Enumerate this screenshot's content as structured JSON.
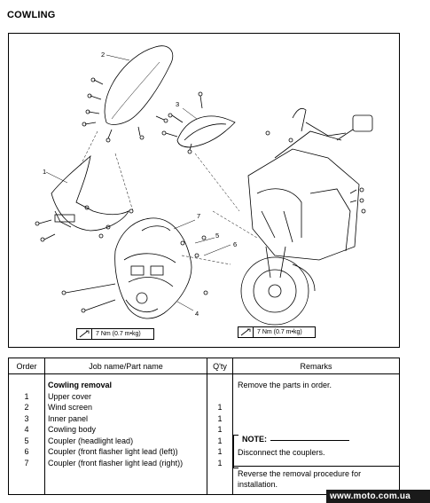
{
  "page_title": "COWLING",
  "diagram": {
    "callouts": [
      "1",
      "2",
      "3",
      "4",
      "5",
      "6",
      "7"
    ],
    "torque_labels": [
      "7 Nm (0.7 m•kg)",
      "7 Nm (0.7 m•kg)"
    ]
  },
  "table": {
    "headers": {
      "order": "Order",
      "job": "Job name/Part name",
      "qty": "Q'ty",
      "remarks": "Remarks"
    },
    "section_title": "Cowling removal",
    "rows": [
      {
        "order": "1",
        "name": "Upper cover",
        "qty": ""
      },
      {
        "order": "2",
        "name": "Wind screen",
        "qty": "1"
      },
      {
        "order": "3",
        "name": "Inner panel",
        "qty": "1"
      },
      {
        "order": "4",
        "name": "Cowling body",
        "qty": "1"
      },
      {
        "order": "5",
        "name": "Coupler (headlight lead)",
        "qty": "1"
      },
      {
        "order": "6",
        "name": "Coupler (front flasher light lead (left))",
        "qty": "1"
      },
      {
        "order": "7",
        "name": "Coupler (front flasher light lead (right))",
        "qty": "1"
      }
    ],
    "remarks": {
      "remove_parts": "Remove the parts in order.",
      "note_label": "NOTE:",
      "note_text": "Disconnect the couplers.",
      "reverse_line1": "Reverse the removal procedure for",
      "reverse_line2": "installation."
    }
  },
  "footer": "www.moto.com.ua",
  "colors": {
    "footer_bg": "#1a1a1a",
    "ink": "#000000"
  }
}
